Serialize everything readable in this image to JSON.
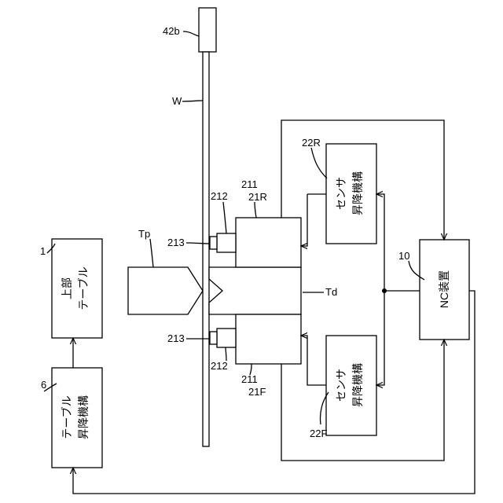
{
  "labels": {
    "rod_top": "42b",
    "workpiece": "W",
    "sensor_r": "22R",
    "sensor_f": "22F",
    "sensor_block": "211",
    "block_r": "21R",
    "block_f": "21F",
    "probe": "212",
    "tip": "213",
    "punch": "Tp",
    "die": "Td",
    "nc": "10",
    "upper_table": "1",
    "table_lift": "6"
  },
  "boxes": {
    "upper_table": [
      "上部",
      "テーブル"
    ],
    "table_lift": [
      "テーブル",
      "昇降機構"
    ],
    "sensor_lift_r": [
      "センサ",
      "昇降機構"
    ],
    "sensor_lift_f": [
      "センサ",
      "昇降機構"
    ],
    "nc_device": "NC装置"
  }
}
